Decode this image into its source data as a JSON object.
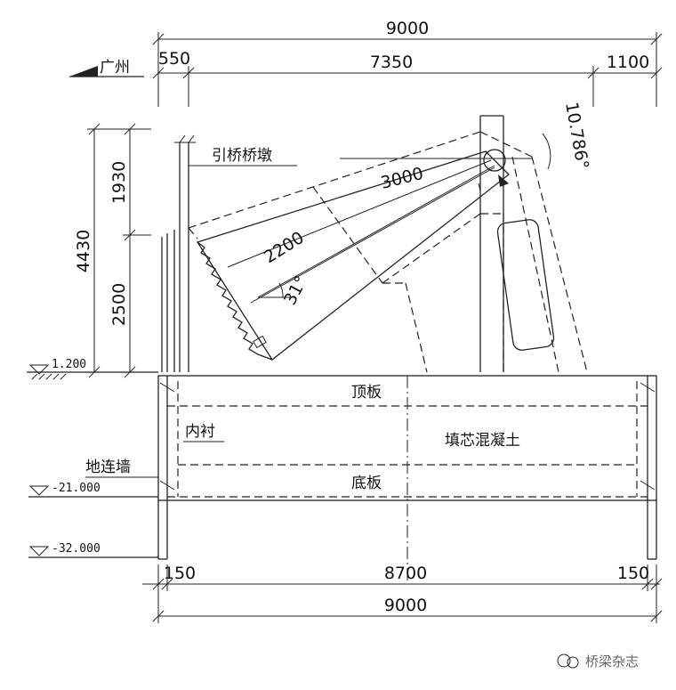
{
  "dimensions": {
    "top_total": "9000",
    "top_left": "550",
    "top_mid": "7350",
    "top_right": "1100",
    "left_total": "4430",
    "left_upper": "1930",
    "left_lower": "2500",
    "bottom_left": "150",
    "bottom_mid": "8700",
    "bottom_right": "150",
    "bottom_total": "9000"
  },
  "direction": "广州",
  "labels": {
    "pier": "引桥桥墩",
    "top_slab": "顶板",
    "lining": "内衬",
    "diaphragm_wall": "地连墙",
    "fill_concrete": "填芯混凝土",
    "bottom_slab": "底板"
  },
  "rotation": {
    "radius_outer": "3000",
    "radius_inner": "2200",
    "angle_large": "31°",
    "angle_small": "10.786°"
  },
  "levels": {
    "ground": "1.200",
    "bottom_slab": "-21.000",
    "wall_toe": "-32.000"
  },
  "watermark": "桥梁杂志"
}
